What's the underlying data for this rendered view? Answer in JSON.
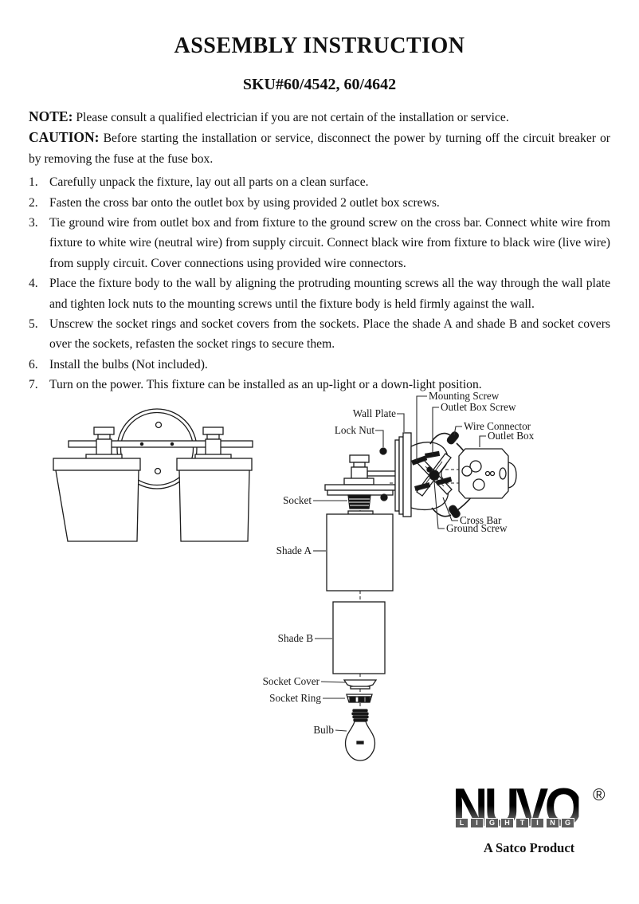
{
  "page": {
    "title": "ASSEMBLY INSTRUCTION",
    "sku": "SKU#60/4542, 60/4642"
  },
  "note": {
    "label": "NOTE:",
    "text": "Please consult a qualified electrician if you are not certain of the installation or service."
  },
  "caution": {
    "label": "CAUTION:",
    "text": "Before starting the installation or service, disconnect the power by turning off the circuit breaker or by removing the fuse at the fuse box."
  },
  "steps": [
    {
      "num": "1.",
      "text": "Carefully unpack the fixture, lay out all parts on a clean surface."
    },
    {
      "num": "2.",
      "text": "Fasten the cross bar onto the outlet box by using provided 2 outlet box screws."
    },
    {
      "num": "3.",
      "text": "Tie ground wire from outlet box and from fixture to the ground screw on the cross bar. Connect white wire from fixture to white wire (neutral wire) from supply circuit. Connect black wire from fixture to black wire (live wire) from supply circuit. Cover connections using provided wire connectors."
    },
    {
      "num": "4.",
      "text": "Place the fixture body to the wall by aligning the protruding mounting screws all the way through the wall plate and tighten lock nuts to the mounting screws until the fixture body is held firmly against the wall."
    },
    {
      "num": "5.",
      "text": "Unscrew the socket rings and socket covers from the sockets. Place the shade A and shade B and socket covers over the sockets, refasten the socket rings to secure them."
    },
    {
      "num": "6.",
      "text": "Install the bulbs (Not included)."
    },
    {
      "num": "7.",
      "text": "Turn on the power. This fixture can be installed as an up-light or a down-light position."
    }
  ],
  "diagram": {
    "labels": {
      "mounting_screw": "Mounting Screw",
      "outlet_box_screw": "Outlet Box Screw",
      "wall_plate": "Wall Plate",
      "wire_connector": "Wire Connector",
      "outlet_box": "Outlet Box",
      "lock_nut": "Lock Nut",
      "socket": "Socket",
      "cross_bar": "Cross Bar",
      "ground_screw": "Ground Screw",
      "shade_a": "Shade A",
      "shade_b": "Shade B",
      "socket_cover": "Socket Cover",
      "socket_ring": "Socket Ring",
      "bulb": "Bulb"
    }
  },
  "logo": {
    "brand": "NUVO",
    "sub": "LIGHTING",
    "registered": "®",
    "tagline": "A Satco Product"
  },
  "colors": {
    "ink": "#111111",
    "paper": "#ffffff"
  }
}
